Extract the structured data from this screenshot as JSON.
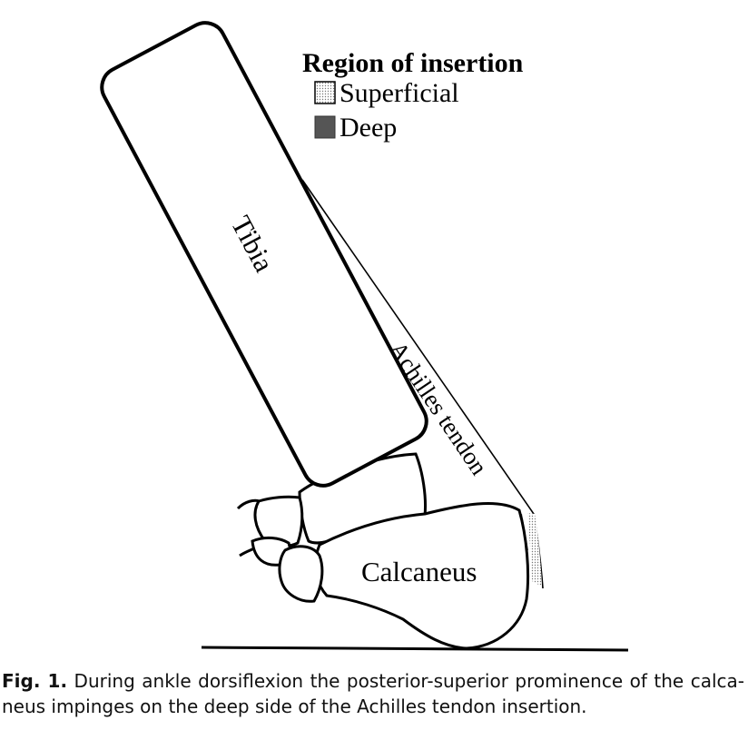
{
  "legend": {
    "title": "Region of insertion",
    "items": [
      {
        "label": "Superficial",
        "swatch": "dotted-light"
      },
      {
        "label": "Deep",
        "swatch": "#555555"
      }
    ]
  },
  "labels": {
    "tibia": "Tibia",
    "tendon": "Achilles tendon",
    "calcaneus": "Calcaneus"
  },
  "caption": {
    "fig_label": "Fig. 1.",
    "text": " During ankle dorsiflexion the posterior-superior prominence of the calca-neus impinges on the deep side of the Achilles tendon insertion."
  },
  "colors": {
    "line": "#000000",
    "deep_fill": "#555555",
    "superficial_fill": "#e6e6e6"
  }
}
